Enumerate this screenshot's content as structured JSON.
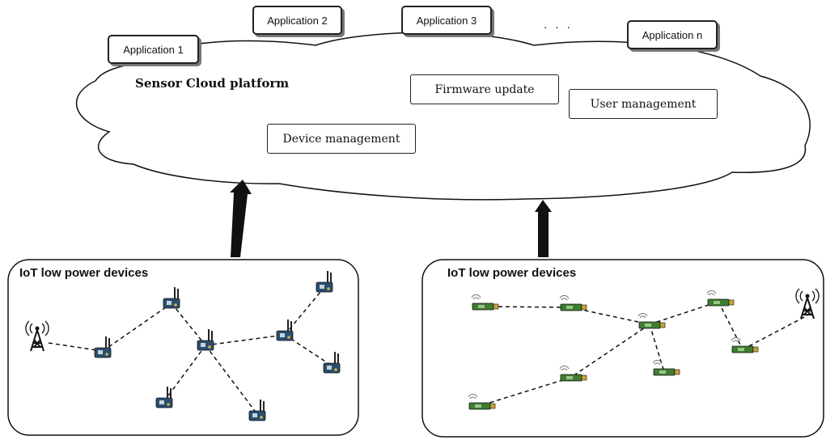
{
  "applications": [
    {
      "label": "Application 1"
    },
    {
      "label": "Application 2"
    },
    {
      "label": "Application 3"
    },
    {
      "label": "Application n"
    }
  ],
  "apps_ellipsis": ". . .",
  "cloud": {
    "title": "Sensor Cloud platform",
    "services": [
      "Firmware update",
      "User management",
      "Device management"
    ]
  },
  "networks": [
    {
      "title": "IoT low power devices"
    },
    {
      "title": "IoT low power devices"
    }
  ],
  "colors": {
    "stroke": "#111111",
    "board_blue": "#2a4e6e",
    "board_green": "#3f7d2f",
    "connector": "#c8a23a"
  },
  "icons": [
    "antenna-tower-icon",
    "sensor-node-icon",
    "usb-dongle-icon"
  ]
}
